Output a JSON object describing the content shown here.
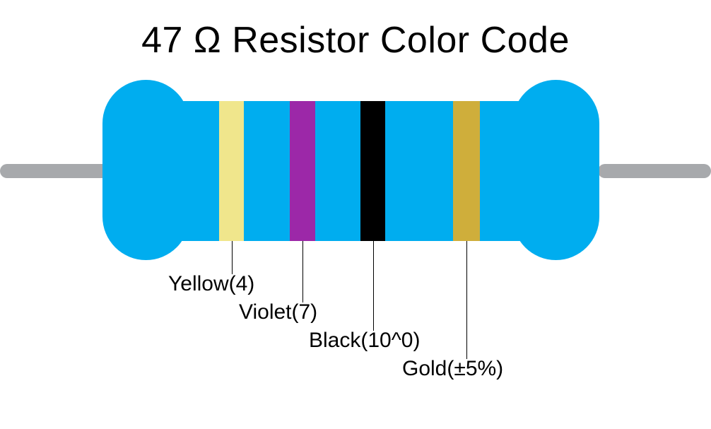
{
  "title": "47 Ω Resistor Color Code",
  "resistor": {
    "body_color": "#00adef",
    "lead_color": "#a7a9ac",
    "value": "47 Ω",
    "bands": [
      {
        "name": "yellow-band",
        "label": "Yellow(4)",
        "color": "#f0e68c",
        "digit": "4"
      },
      {
        "name": "violet-band",
        "label": "Violet(7)",
        "color": "#9c28a8",
        "digit": "7"
      },
      {
        "name": "black-band",
        "label": "Black(10^0)",
        "color": "#000000",
        "multiplier": "10^0"
      },
      {
        "name": "gold-band",
        "label": "Gold(±5%)",
        "color": "#cfae3b",
        "tolerance": "±5%"
      }
    ]
  }
}
